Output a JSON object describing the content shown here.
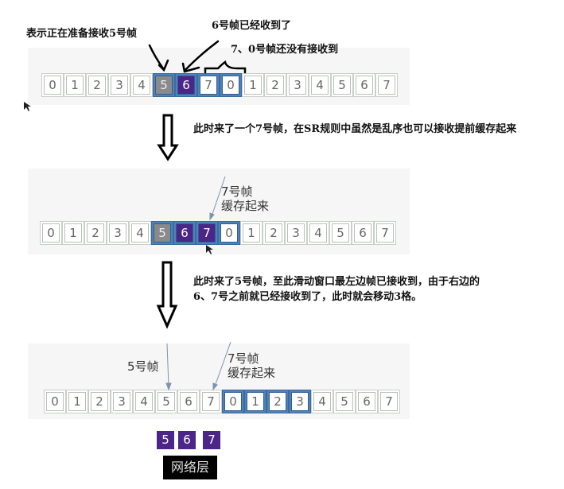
{
  "colors": {
    "window": "#4f82b8",
    "received": "#4b2588",
    "expected": "#8a8a8a",
    "network": "#000000"
  },
  "sequence": [
    "0",
    "1",
    "2",
    "3",
    "4",
    "5",
    "6",
    "7",
    "0",
    "1",
    "2",
    "3",
    "4",
    "5",
    "6",
    "7"
  ],
  "stages": [
    {
      "window": [
        5,
        6,
        7,
        8
      ],
      "gray": [
        5
      ],
      "purple": [
        6
      ]
    },
    {
      "window": [
        5,
        6,
        7,
        8
      ],
      "gray": [
        5
      ],
      "purple": [
        6,
        7
      ]
    },
    {
      "window": [
        8,
        9,
        10,
        11
      ],
      "gray": [],
      "purple": []
    }
  ],
  "stage1": {
    "note_expecting": "表示正在准备接收5号帧",
    "note_received": "6号帧已经收到了",
    "note_pending": "7、0号帧还没有接收到"
  },
  "step1_text": "此时来了一个7号帧，在SR规则中虽然是乱序也可以接收提前缓存起来",
  "stage2": {
    "label_line1": "7号帧",
    "label_line2": "缓存起来"
  },
  "step2_text": "此时来了5号帧，至此滑动窗口最左边帧已接收到，由于右边的6、7号之前就已经接收到了，此时就会移动3格。",
  "stage3": {
    "label5": "5号帧",
    "label7_line1": "7号帧",
    "label7_line2": "缓存起来",
    "delivered": [
      "5",
      "6",
      "7"
    ],
    "network_layer": "网络层"
  }
}
